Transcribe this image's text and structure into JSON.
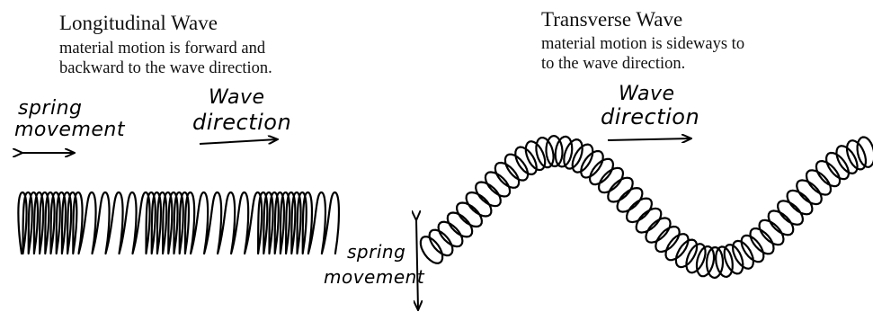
{
  "longitudinal": {
    "title": "Longitudinal Wave",
    "description_line1": "material motion is forward and",
    "description_line2": "backward to the wave direction.",
    "spring_label_line1": "spring",
    "spring_label_line2": "movement",
    "wave_label_line1": "Wave",
    "wave_label_line2": "direction"
  },
  "transverse": {
    "title": "Transverse Wave",
    "description_line1": "material motion is sideways to",
    "description_line2": "to the wave direction.",
    "spring_label_line1": "spring",
    "spring_label_line2": "movement",
    "wave_label_line1": "Wave",
    "wave_label_line2": "direction"
  }
}
